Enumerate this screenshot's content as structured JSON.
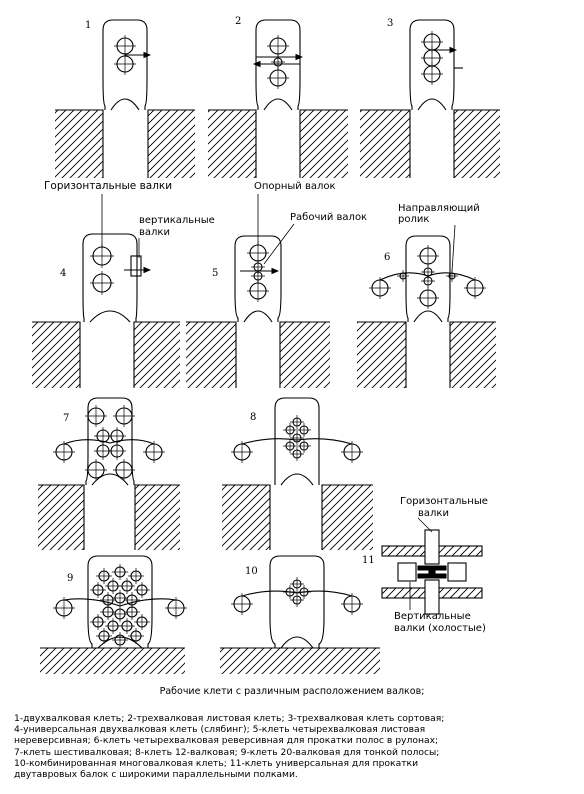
{
  "stands": {
    "n1": "1",
    "n2": "2",
    "n3": "3",
    "n4": "4",
    "n5": "5",
    "n6": "6",
    "n7": "7",
    "n8": "8",
    "n9": "9",
    "n10": "10",
    "n11": "11"
  },
  "labels": {
    "horizontal_rolls_4": "Горизонтальные валки",
    "vertical_rolls_4_l1": "вертикальные",
    "vertical_rolls_4_l2": "валки",
    "backup_roll": "Опорный валок",
    "work_roll": "Рабочий валок",
    "guide_roller_l1": "Направляющий",
    "guide_roller_l2": "ролик",
    "horizontal_rolls_11_l1": "Горизонтальные",
    "horizontal_rolls_11_l2": "валки",
    "vertical_rolls_11_l1": "Вертикальные",
    "vertical_rolls_11_l2": "валки (холостые)"
  },
  "caption": "Рабочие клети с различным расположением валков;",
  "legend": [
    "1-двухвалковая клеть; 2-трехвалковая листовая клеть; 3-трехвалковая клеть сортовая;",
    "4-универсальная двухвалковая клеть (слябинг); 5-клеть четырехвалковая листовая",
    "нереверсивная; 6-клеть четырехвалковая реверсивная для прокатки полос в рулонах;",
    "7-клеть шестивалковая; 8-клеть 12-валковая; 9-клеть 20-валковая для тонкой полосы;",
    "10-комбинированная многовалковая клеть; 11-клеть универсальная для прокатки",
    "двутавровых балок с широкими параллельными полками."
  ]
}
